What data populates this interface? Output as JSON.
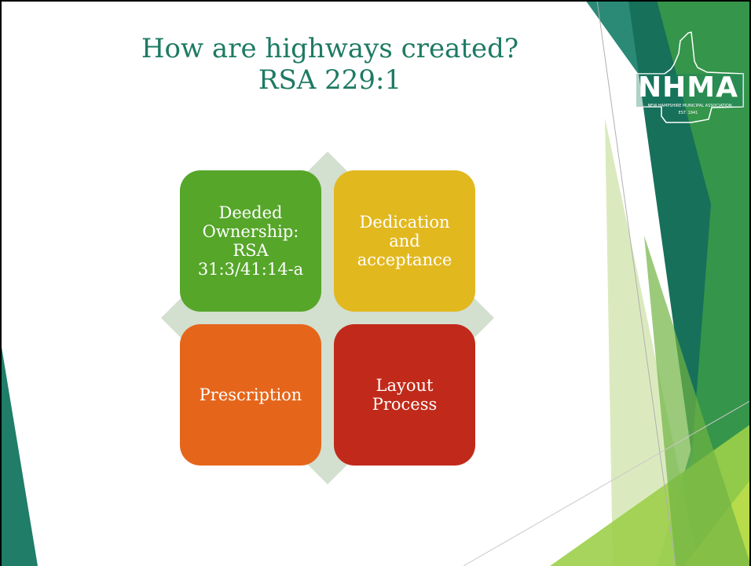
{
  "slide": {
    "title_line1": "How are highways created?",
    "title_line2": "RSA 229:1"
  },
  "logo": {
    "name": "NHMA",
    "subtitle": "NEW HAMPSHIRE MUNICIPAL ASSOCIATION",
    "established": "EST. 1941"
  },
  "matrix": {
    "items": [
      {
        "lines": [
          "Deeded",
          "Ownership:",
          "RSA",
          "31:3/41:14-a"
        ],
        "color": "#56a62a"
      },
      {
        "lines": [
          "Dedication",
          "and",
          "acceptance"
        ],
        "color": "#e2b81f"
      },
      {
        "lines": [
          "Prescription"
        ],
        "color": "#e5661b"
      },
      {
        "lines": [
          "Layout",
          "Process"
        ],
        "color": "#c12a1a"
      }
    ],
    "background_color": "#d3dfcf"
  },
  "theme": {
    "accent": "#1d7a63",
    "green_light": "#a8cf5a",
    "green_mid": "#5aab3a",
    "teal_dark": "#1b6f5a"
  }
}
